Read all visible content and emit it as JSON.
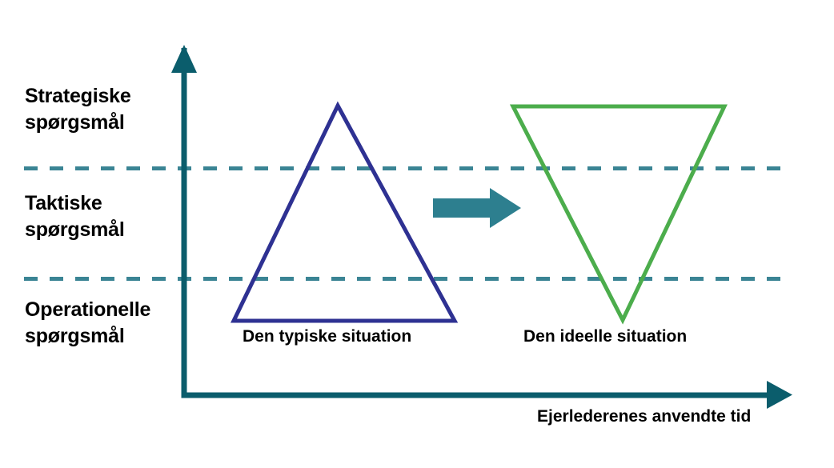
{
  "diagram": {
    "type": "concept-diagram",
    "background_color": "#ffffff",
    "axes": {
      "color": "#0b5d6c",
      "y_axis_label": "",
      "x_axis_label": "Ejerlederenes anvendte tid",
      "x_axis_has_arrow": true,
      "y_axis_has_arrow": true
    },
    "bands": [
      {
        "id": "strategiske",
        "label": "Strategiske\nspørgsmål"
      },
      {
        "id": "taktiske",
        "label": "Taktiske\nspørgsmål"
      },
      {
        "id": "operationelle",
        "label": "Operationelle\nspørgsmål"
      }
    ],
    "divider_color": "#3a8494",
    "shapes": [
      {
        "id": "typisk-triangle",
        "orientation": "up",
        "color": "#2e3192",
        "caption": "Den typiske situation"
      },
      {
        "id": "ideel-triangle",
        "orientation": "down",
        "color": "#4cad4c",
        "caption": "Den ideelle situation"
      }
    ],
    "arrow": {
      "id": "transition-arrow",
      "direction": "right",
      "color": "#2d7f8f"
    }
  }
}
